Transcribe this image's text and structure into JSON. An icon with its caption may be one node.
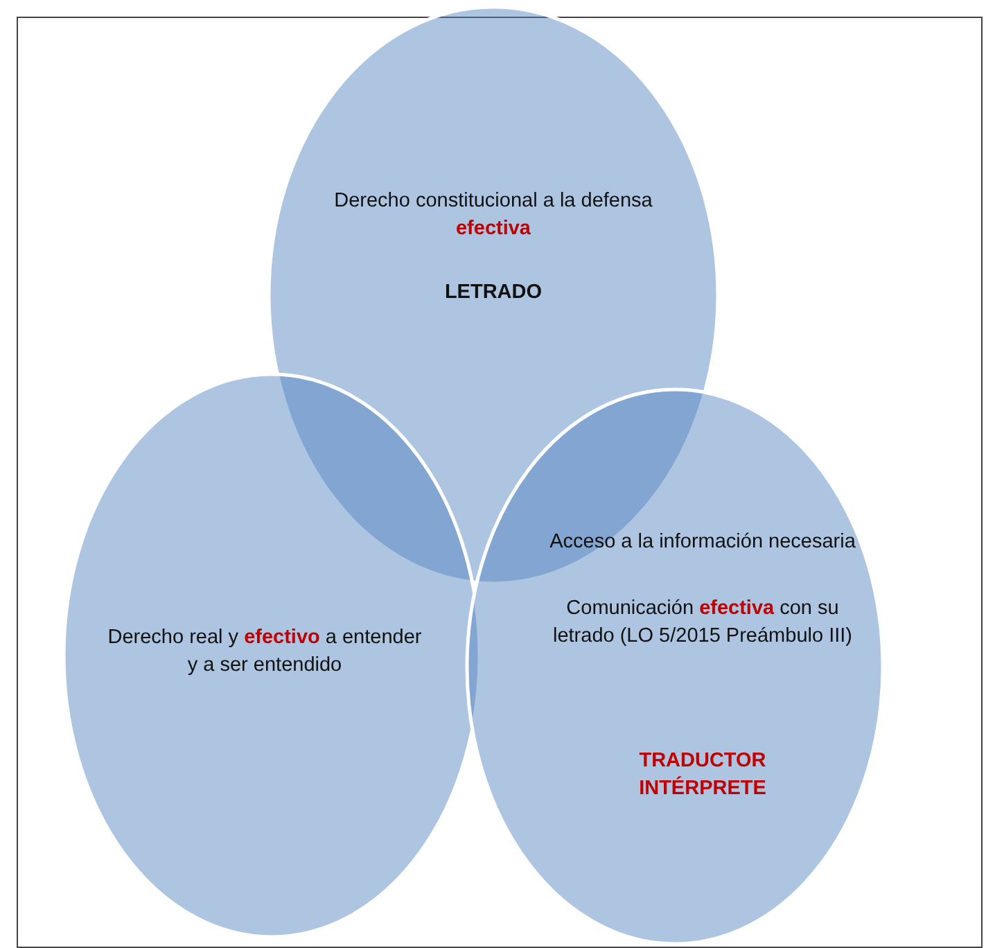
{
  "diagram": {
    "nodes": [
      {
        "text": [
          "Derecho constitucional a la defensa **efectiva**",
          "LETRADO"
        ]
      },
      {
        "text": [
          "Derecho real y **efectivo** a entender y a ser entendido"
        ]
      },
      {
        "text": [
          "Acceso a la información necesaria",
          "Comunicación **efectiva** con su letrado (LO 5/2015 Preámbulo III)",
          "TRADUCTOR INTÉRPRETE"
        ]
      }
    ]
  }
}
